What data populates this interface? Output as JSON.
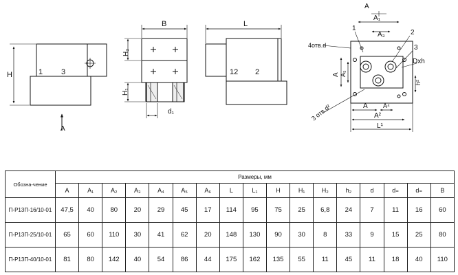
{
  "drawing": {
    "top_label": "A",
    "arrow_label": "A",
    "dim_B": "B",
    "dim_L": "L",
    "dim_H": "H",
    "dim_H1": "H₁",
    "dim_H2": "H₂",
    "dim_d1": "d₁",
    "side_labels": [
      "1",
      "3"
    ],
    "end_labels": [
      "12",
      "2"
    ],
    "plan": {
      "holes_4": "4отв.d",
      "holes_3": "3 отв.d²",
      "port_DxH": "Dxh",
      "port_nums": [
        "1",
        "2",
        "3"
      ],
      "A": "A",
      "A1": "A₁",
      "A2": "A²",
      "A3": "A₃",
      "A4": "A⁴",
      "A5": "A₅",
      "A6": "A₆",
      "L1": "L¹",
      "h2": "h²"
    }
  },
  "table": {
    "name_header": "Обозна-чение",
    "group_header": "Размеры, мм",
    "columns": [
      "A",
      "A₁",
      "A₂",
      "A₃",
      "A₄",
      "A₅",
      "A₆",
      "L",
      "L₁",
      "H",
      "H₁",
      "H₂",
      "h₂",
      "d",
      "d₌",
      "d₌",
      "B"
    ],
    "rows": [
      {
        "name": "П-Р13П-16/10-01",
        "values": [
          "47,5",
          "40",
          "80",
          "20",
          "29",
          "45",
          "17",
          "114",
          "95",
          "75",
          "25",
          "6,8",
          "24",
          "7",
          "11",
          "16",
          "60"
        ]
      },
      {
        "name": "П-Р13П-25/10-01",
        "values": [
          "65",
          "60",
          "110",
          "30",
          "41",
          "62",
          "20",
          "148",
          "130",
          "90",
          "30",
          "8",
          "33",
          "9",
          "15",
          "25",
          "80"
        ]
      },
      {
        "name": "П-Р13П-40/10-01",
        "values": [
          "81",
          "80",
          "142",
          "40",
          "54",
          "86",
          "44",
          "175",
          "162",
          "135",
          "55",
          "11",
          "45",
          "11",
          "18",
          "40",
          "110"
        ]
      }
    ]
  }
}
